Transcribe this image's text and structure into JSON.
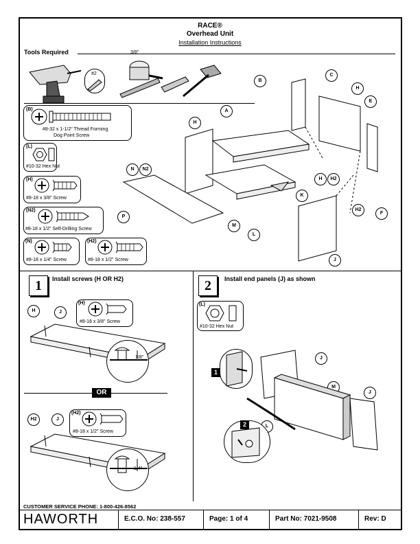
{
  "header": {
    "brand": "RACE®",
    "product": "Overhead Unit",
    "doc_type": "Installation Instructions"
  },
  "tools": {
    "heading": "Tools Required",
    "socket_size": "3/8\"",
    "bit_size": "#2",
    "drill_icon": "cordless-drill-icon",
    "hammer_icon": "mallet-icon"
  },
  "hardware": [
    {
      "letter": "(B)",
      "desc": "#8-32 x 1-1/2\" Thread Forming",
      "desc2": "Dog Point Screw"
    },
    {
      "letter": "(L)",
      "desc": "#10-32 Hex Nut"
    },
    {
      "letter": "(H)",
      "desc": "#8-18 x 3/8\" Screw"
    },
    {
      "letter": "(N2)",
      "desc": "#8-18 x 1/2\" Self-Drilling Screw"
    },
    {
      "letter": "(N)",
      "desc": "#8-18 x 1/4\" Screw"
    },
    {
      "letter": "(H2)",
      "desc": "#8-18 x 1/2\" Screw"
    }
  ],
  "callouts": {
    "A": "A",
    "B": "B",
    "C": "C",
    "E": "E",
    "F": "F",
    "H": "H",
    "H2": "H2",
    "J": "J",
    "K": "K",
    "L": "L",
    "M": "M",
    "N": "N",
    "N2": "N2",
    "P": "P"
  },
  "step1": {
    "number": "1",
    "title": "Install screws (H OR H2)",
    "or_label": "OR",
    "detail_a": "1/8\"",
    "detail_b": "1/4\"",
    "screw_a_letter": "(H)",
    "screw_a_desc": "#8-18 x 3/8\" Screw",
    "screw_b_letter": "(H2)",
    "screw_b_desc": "#8-18 x 1/2\" Screw"
  },
  "step2": {
    "number": "2",
    "title": "Install end panels (J) as shown",
    "nut_letter": "(L)",
    "nut_desc": "#10-32 Hex Nut",
    "sub1": "1",
    "sub2": "2"
  },
  "footer": {
    "phone": "CUSTOMER SERVICE PHONE: 1-800-426-8562",
    "logo": "HAWORTH",
    "eco": "E.C.O. No: 238-557",
    "page": "Page:  1 of 4",
    "part": "Part No:  7021-9508",
    "rev": "Rev:  D"
  }
}
